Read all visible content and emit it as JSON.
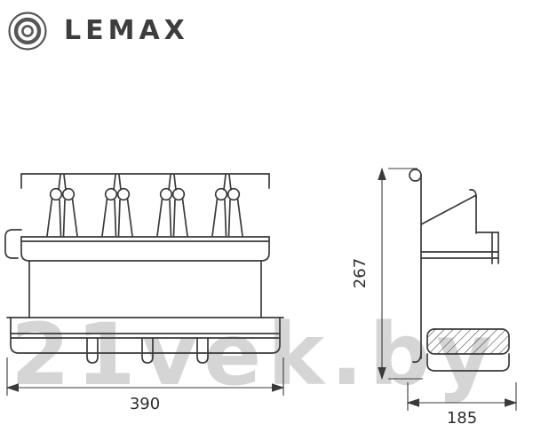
{
  "brand": {
    "name": "LEMAX"
  },
  "watermark": {
    "text": "21vek.by",
    "color": "#d5d5d5"
  },
  "drawing": {
    "line_color": "#3a3a3a",
    "text_color": "#2d2d2d",
    "views": {
      "front": {
        "width_mm": "390"
      },
      "side": {
        "height_mm": "267",
        "depth_mm": "185"
      }
    }
  }
}
